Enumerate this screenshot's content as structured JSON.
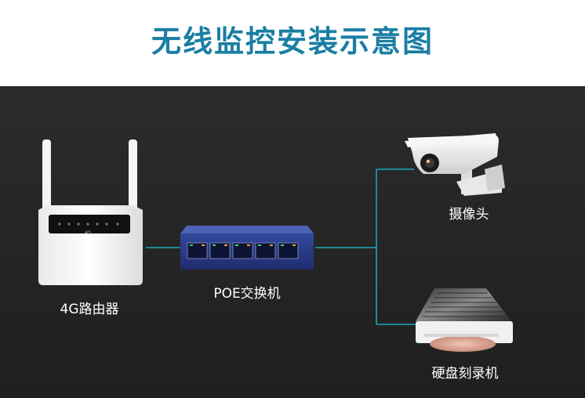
{
  "title": "无线监控安装示意图",
  "nodes": {
    "router": {
      "label": "4G路由器",
      "badge": "4G"
    },
    "switch": {
      "label": "POE交换机"
    },
    "camera": {
      "label": "摄像头"
    },
    "nvr": {
      "label": "硬盘刻录机"
    }
  },
  "colors": {
    "title": "#1a7ea3",
    "background": "#262626",
    "link": "#1aa5b8",
    "switch_body": "#2b3e93"
  }
}
